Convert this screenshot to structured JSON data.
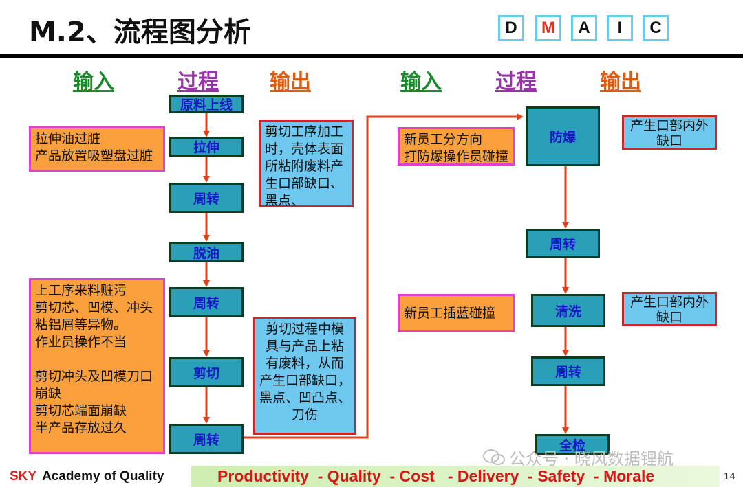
{
  "title": "M.2、流程图分析",
  "dmaic": [
    "D",
    "M",
    "A",
    "I",
    "C"
  ],
  "dmaic_active": "M",
  "left": {
    "headers": {
      "input": "输入",
      "process": "过程",
      "output": "输出"
    },
    "steps": [
      "原料上线",
      "拉伸",
      "周转",
      "脱油",
      "周转",
      "剪切",
      "周转"
    ],
    "inputs": [
      "拉伸油过脏\n产品放置吸塑盘过脏",
      "上工序来料赃污\n剪切芯、凹模、冲头\n粘铝屑等异物。\n作业员操作不当\n\n剪切冲头及凹模刀口\n崩缺\n剪切芯端面崩缺\n半产品存放过久"
    ],
    "outputs": [
      "剪切工序加工\n时，壳体表面\n所粘附废料产\n生口部缺口、\n黑点、",
      "剪切过程中模\n具与产品上粘\n有废料，从而\n产生口部缺口，\n黑点、凹凸点、\n刀伤"
    ]
  },
  "right": {
    "headers": {
      "input": "输入",
      "process": "过程",
      "output": "输出"
    },
    "steps": [
      "防爆",
      "周转",
      "清洗",
      "周转",
      "全检"
    ],
    "inputs": [
      "新员工分方向\n打防爆操作员碰撞",
      "新员工插蓝碰撞"
    ],
    "outputs": [
      "产生口部内外\n缺口",
      "产生口部内外\n缺口"
    ]
  },
  "footer": {
    "brand": "SKY",
    "brand_rest": "Academy of Quality",
    "slogan": "Productivity  - Quality  - Cost   - Delivery  - Safety  - Morale",
    "page": "14"
  },
  "watermark": "公众号 · 晓风数据锂航",
  "colors": {
    "process_fill": "#2aa0b8",
    "input_fill": "#f9a03c",
    "output_fill": "#6ec8f0",
    "arrow": "#e0401a"
  }
}
